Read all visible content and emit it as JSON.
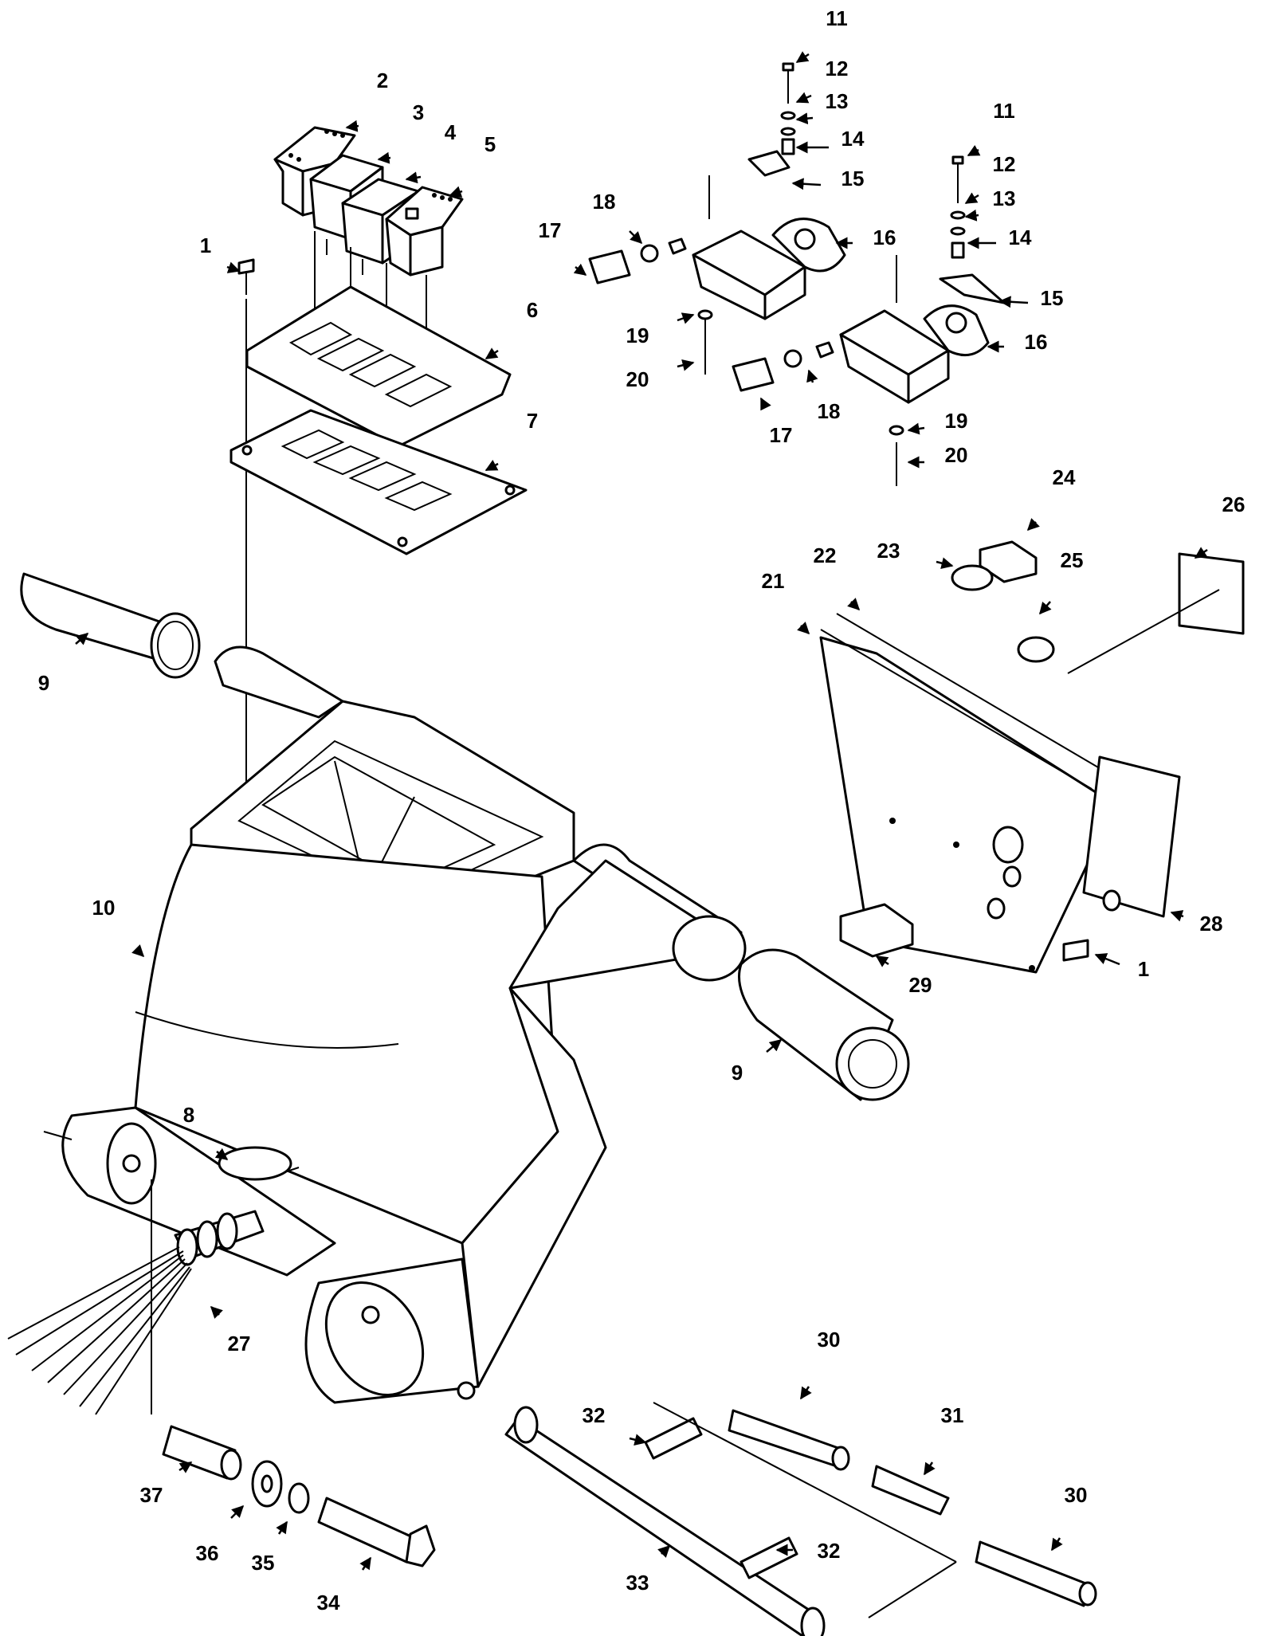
{
  "diagram": {
    "type": "exploded-parts-view",
    "callouts": [
      {
        "id": "c2",
        "label": "2"
      },
      {
        "id": "c3",
        "label": "3"
      },
      {
        "id": "c4",
        "label": "4"
      },
      {
        "id": "c5",
        "label": "5"
      },
      {
        "id": "c1a",
        "label": "1"
      },
      {
        "id": "c6",
        "label": "6"
      },
      {
        "id": "c7",
        "label": "7"
      },
      {
        "id": "c9a",
        "label": "9"
      },
      {
        "id": "c10",
        "label": "10"
      },
      {
        "id": "c8",
        "label": "8"
      },
      {
        "id": "c27",
        "label": "27"
      },
      {
        "id": "c11a",
        "label": "11"
      },
      {
        "id": "c12a",
        "label": "12"
      },
      {
        "id": "c13a",
        "label": "13"
      },
      {
        "id": "c14a",
        "label": "14"
      },
      {
        "id": "c15a",
        "label": "15"
      },
      {
        "id": "c16a",
        "label": "16"
      },
      {
        "id": "c18a",
        "label": "18"
      },
      {
        "id": "c17a",
        "label": "17"
      },
      {
        "id": "c19a",
        "label": "19"
      },
      {
        "id": "c20a",
        "label": "20"
      },
      {
        "id": "c11b",
        "label": "11"
      },
      {
        "id": "c12b",
        "label": "12"
      },
      {
        "id": "c13b",
        "label": "13"
      },
      {
        "id": "c14b",
        "label": "14"
      },
      {
        "id": "c15b",
        "label": "15"
      },
      {
        "id": "c16b",
        "label": "16"
      },
      {
        "id": "c18b",
        "label": "18"
      },
      {
        "id": "c17b",
        "label": "17"
      },
      {
        "id": "c19b",
        "label": "19"
      },
      {
        "id": "c20b",
        "label": "20"
      },
      {
        "id": "c24",
        "label": "24"
      },
      {
        "id": "c23",
        "label": "23"
      },
      {
        "id": "c22",
        "label": "22"
      },
      {
        "id": "c21",
        "label": "21"
      },
      {
        "id": "c25",
        "label": "25"
      },
      {
        "id": "c26",
        "label": "26"
      },
      {
        "id": "c28",
        "label": "28"
      },
      {
        "id": "c29",
        "label": "29"
      },
      {
        "id": "c1b",
        "label": "1"
      },
      {
        "id": "c9b",
        "label": "9"
      },
      {
        "id": "c30a",
        "label": "30"
      },
      {
        "id": "c31",
        "label": "31"
      },
      {
        "id": "c30b",
        "label": "30"
      },
      {
        "id": "c32a",
        "label": "32"
      },
      {
        "id": "c32b",
        "label": "32"
      },
      {
        "id": "c33",
        "label": "33"
      },
      {
        "id": "c37",
        "label": "37"
      },
      {
        "id": "c36",
        "label": "36"
      },
      {
        "id": "c35",
        "label": "35"
      },
      {
        "id": "c34",
        "label": "34"
      }
    ]
  }
}
